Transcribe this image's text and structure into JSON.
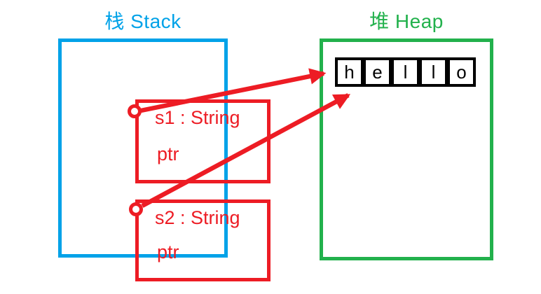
{
  "diagram": {
    "stack": {
      "title": "栈 Stack",
      "frames": [
        {
          "label": "s1 : String",
          "field": "ptr"
        },
        {
          "label": "s2 : String",
          "field": "ptr"
        }
      ]
    },
    "heap": {
      "title": "堆 Heap",
      "cells": [
        "h",
        "e",
        "l",
        "l",
        "o"
      ]
    },
    "colors": {
      "stack": "#00A2E8",
      "heap": "#22B14C",
      "pointer": "#ED1C24",
      "cell_border": "#000000"
    }
  }
}
